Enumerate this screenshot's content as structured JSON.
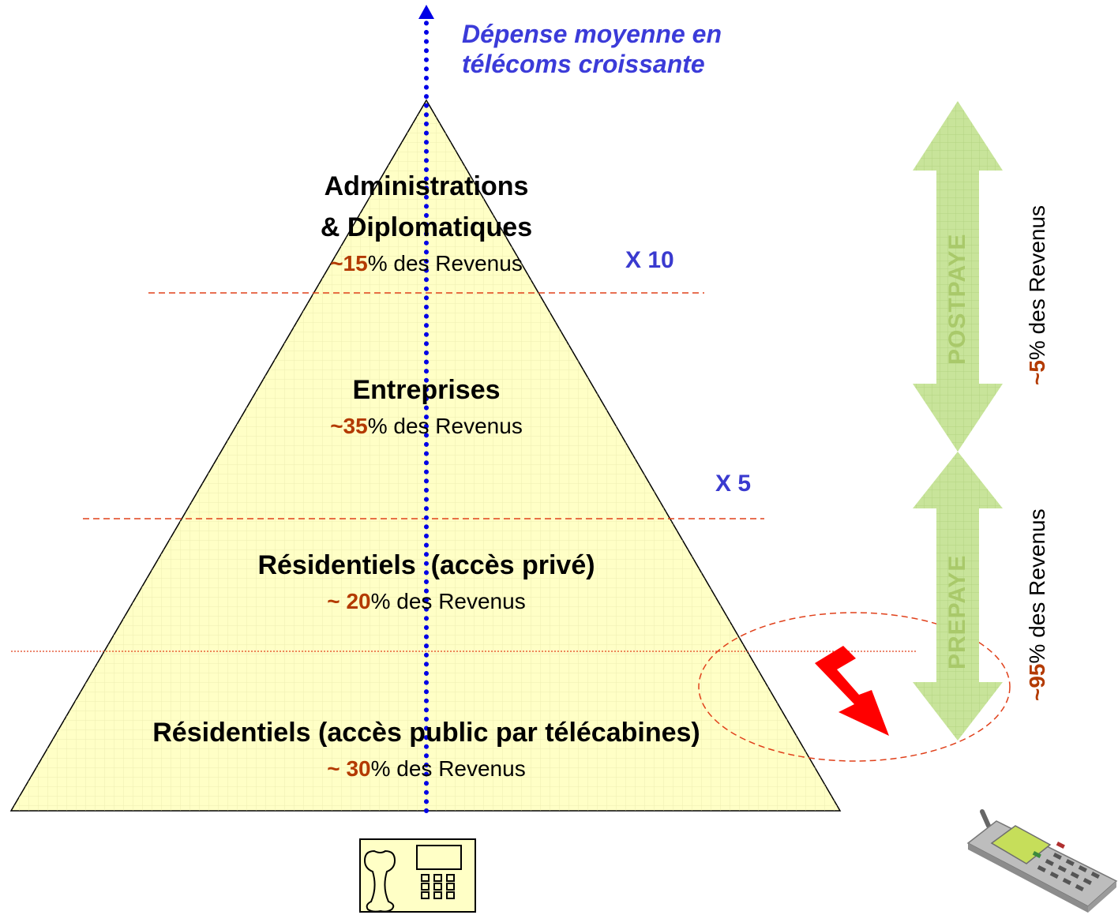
{
  "axis_title_line1": "Dépense moyenne en",
  "axis_title_line2": "télécoms croissante",
  "segments": [
    {
      "title_line1": "Administrations",
      "title_line2": "& Diplomatiques",
      "rev_prefix": "~",
      "rev_pct": "15",
      "rev_suffix": "% des Revenus"
    },
    {
      "title_line1": "Entreprises",
      "rev_prefix": "~",
      "rev_pct": "35",
      "rev_suffix": "% des Revenus"
    },
    {
      "title_line1": "Résidentiels  (accès privé)",
      "rev_prefix": "~ ",
      "rev_pct": "20",
      "rev_suffix": "% des Revenus"
    },
    {
      "title_line1": "Résidentiels (accès public par télécabines)",
      "rev_prefix": "~ ",
      "rev_pct": "30",
      "rev_suffix": "% des Revenus"
    }
  ],
  "multipliers": {
    "top": "X 10",
    "middle": "X 5"
  },
  "plans": {
    "postpaid": {
      "label": "POSTPAYE",
      "rev_prefix": "~",
      "rev_pct": "5",
      "rev_suffix": "% des Revenus"
    },
    "prepaid": {
      "label": "PREPAYE",
      "rev_prefix": "~",
      "rev_pct": "95",
      "rev_suffix": "% des Revenus"
    }
  },
  "colors": {
    "pyramid_fill": "#ffffc6",
    "axis_blue": "#0000e6",
    "divider_red": "#e0401a",
    "arrow_green": "#c8e49a",
    "lightning_red": "#ff0000"
  },
  "icons": [
    "fixed-phone-icon",
    "mobile-phone-icon",
    "lightning-icon"
  ]
}
